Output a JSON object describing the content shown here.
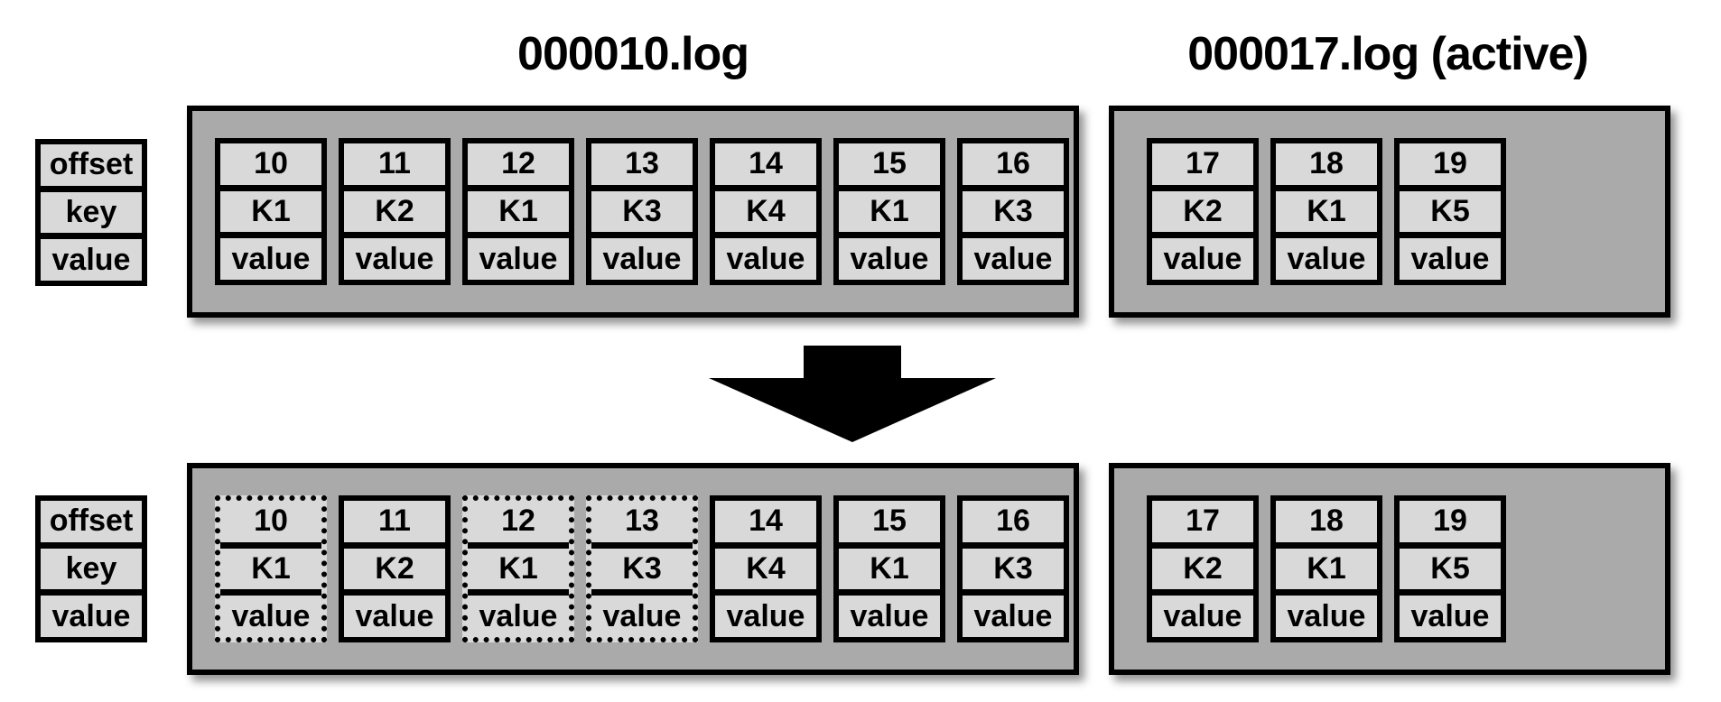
{
  "titles": {
    "segment": "000010.log",
    "active": "000017.log (active)"
  },
  "legend": {
    "rows": [
      "offset",
      "key",
      "value"
    ]
  },
  "colors": {
    "background": "#ffffff",
    "container": "#aaaaaa",
    "cell": "#d9d9d9",
    "line": "#000000",
    "arrow": "#000000",
    "text": "#000000"
  },
  "arrow": {
    "icon": "arrow-down",
    "meaning": "compaction step"
  },
  "before": {
    "segment_records": [
      {
        "offset": "10",
        "key": "K1",
        "value": "value",
        "stale": false
      },
      {
        "offset": "11",
        "key": "K2",
        "value": "value",
        "stale": false
      },
      {
        "offset": "12",
        "key": "K1",
        "value": "value",
        "stale": false
      },
      {
        "offset": "13",
        "key": "K3",
        "value": "value",
        "stale": false
      },
      {
        "offset": "14",
        "key": "K4",
        "value": "value",
        "stale": false
      },
      {
        "offset": "15",
        "key": "K1",
        "value": "value",
        "stale": false
      },
      {
        "offset": "16",
        "key": "K3",
        "value": "value",
        "stale": false
      }
    ],
    "active_records": [
      {
        "offset": "17",
        "key": "K2",
        "value": "value",
        "stale": false
      },
      {
        "offset": "18",
        "key": "K1",
        "value": "value",
        "stale": false
      },
      {
        "offset": "19",
        "key": "K5",
        "value": "value",
        "stale": false
      }
    ]
  },
  "after": {
    "segment_records": [
      {
        "offset": "10",
        "key": "K1",
        "value": "value",
        "stale": true
      },
      {
        "offset": "11",
        "key": "K2",
        "value": "value",
        "stale": false
      },
      {
        "offset": "12",
        "key": "K1",
        "value": "value",
        "stale": true
      },
      {
        "offset": "13",
        "key": "K3",
        "value": "value",
        "stale": true
      },
      {
        "offset": "14",
        "key": "K4",
        "value": "value",
        "stale": false
      },
      {
        "offset": "15",
        "key": "K1",
        "value": "value",
        "stale": false
      },
      {
        "offset": "16",
        "key": "K3",
        "value": "value",
        "stale": false
      }
    ],
    "active_records": [
      {
        "offset": "17",
        "key": "K2",
        "value": "value",
        "stale": false
      },
      {
        "offset": "18",
        "key": "K1",
        "value": "value",
        "stale": false
      },
      {
        "offset": "19",
        "key": "K5",
        "value": "value",
        "stale": false
      }
    ]
  }
}
